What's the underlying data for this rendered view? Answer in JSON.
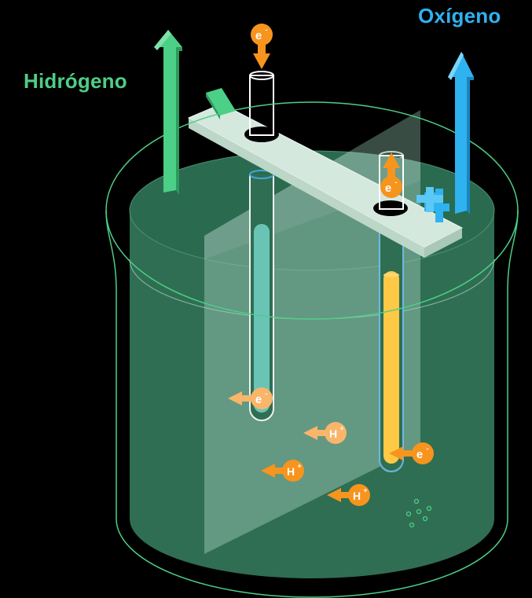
{
  "labels": {
    "hydrogen": "Hidrógeno",
    "oxygen": "Oxígeno"
  },
  "particles": {
    "electron": "e",
    "electron_sup": "-",
    "proton": "H",
    "proton_sup": "+"
  },
  "colors": {
    "hydrogen": "#4ccf86",
    "oxygen": "#2fb2f0",
    "electron": "#f7941d",
    "electron_faded": "#f9b56a",
    "electrolyte": "#2f6e52",
    "membrane": "#8fbfae",
    "cathode_rod": "#73d4c8",
    "anode_rod": "#ffc845",
    "bridge": "#d5e8dd",
    "background": "#000000"
  }
}
